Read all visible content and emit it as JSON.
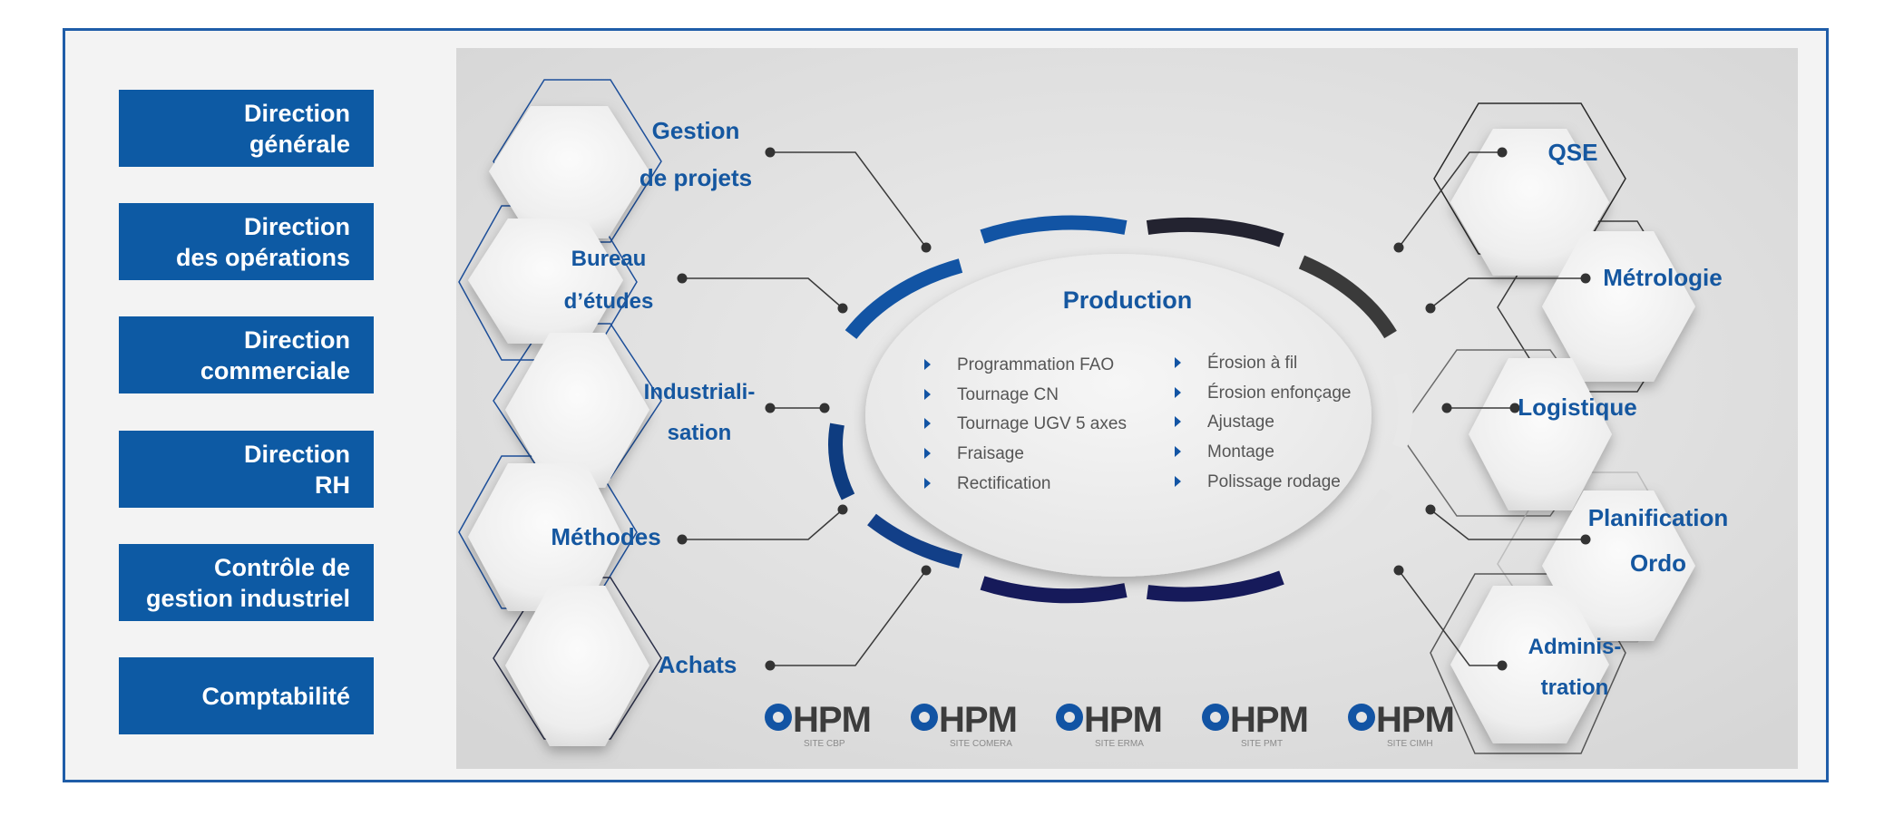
{
  "side_menu": [
    {
      "label": "Direction\ngénérale"
    },
    {
      "label": "Direction\ndes opérations"
    },
    {
      "label": "Direction\ncommerciale"
    },
    {
      "label": "Direction\nRH"
    },
    {
      "label": "Contrôle de\ngestion industriel"
    },
    {
      "label": "Comptabilité"
    }
  ],
  "center": {
    "title": "Production",
    "left_items": [
      "Programmation FAO",
      "Tournage CN",
      "Tournage UGV 5 axes",
      "Fraisage",
      "Rectification"
    ],
    "right_items": [
      "Érosion à fil",
      "Érosion enfonçage",
      "Ajustage",
      "Montage",
      "Polissage rodage"
    ]
  },
  "left_hexes": [
    {
      "line1": "Gestion",
      "line2": "de projets"
    },
    {
      "line1": "Bureau",
      "line2": "d’études"
    },
    {
      "line1": "Industriali-",
      "line2": "sation"
    },
    {
      "line1": "Méthodes",
      "line2": ""
    },
    {
      "line1": "Achats",
      "line2": ""
    }
  ],
  "right_hexes": [
    {
      "line1": "QSE",
      "line2": ""
    },
    {
      "line1": "Métrologie",
      "line2": ""
    },
    {
      "line1": "Logistique",
      "line2": ""
    },
    {
      "line1": "Planification",
      "line2": "Ordo"
    },
    {
      "line1": "Adminis-",
      "line2": "tration"
    }
  ],
  "logos": [
    {
      "brand": "HPM",
      "site": "SITE CBP"
    },
    {
      "brand": "HPM",
      "site": "SITE COMERA"
    },
    {
      "brand": "HPM",
      "site": "SITE ERMA"
    },
    {
      "brand": "HPM",
      "site": "SITE PMT"
    },
    {
      "brand": "HPM",
      "site": "SITE CIMH"
    }
  ],
  "colors": {
    "brand_blue": "#0d5aa4",
    "frame_border": "#1f5da8",
    "hex_text": "#1557a0",
    "ring_blue": "#1254a4",
    "ring_dark": "#2b2b33",
    "ring_navy": "#161a5a"
  }
}
